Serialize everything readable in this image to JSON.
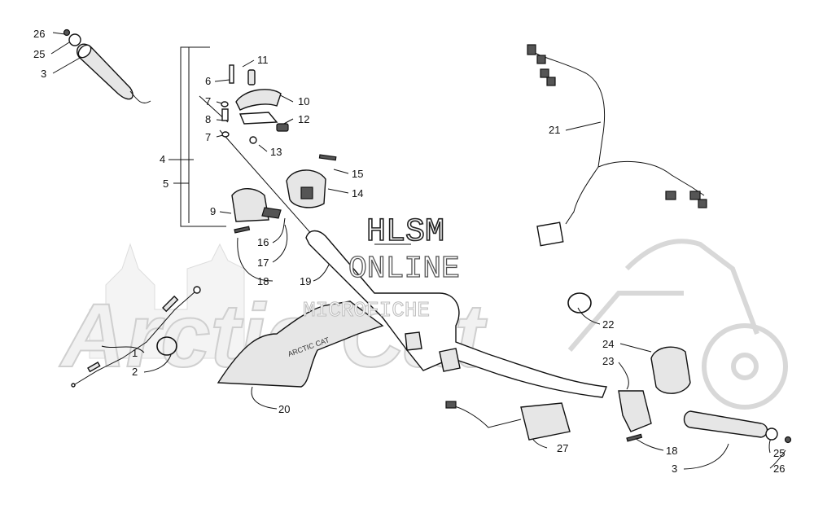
{
  "watermark": {
    "line1": "HLSM",
    "line2": "ONLINE",
    "line3": "MICROFICHE",
    "brand": "Arctic Cat"
  },
  "callouts": [
    "26",
    "25",
    "3",
    "11",
    "6",
    "7",
    "10",
    "8",
    "12",
    "7",
    "13",
    "4",
    "15",
    "5",
    "14",
    "9",
    "16",
    "17",
    "18",
    "19",
    "21",
    "1",
    "2",
    "20",
    "22",
    "24",
    "23",
    "27",
    "18",
    "3",
    "25",
    "26"
  ],
  "colors": {
    "ink": "#111111",
    "watermark_fill": "#f1f1f1",
    "watermark_stroke": "#cfcfcf"
  }
}
